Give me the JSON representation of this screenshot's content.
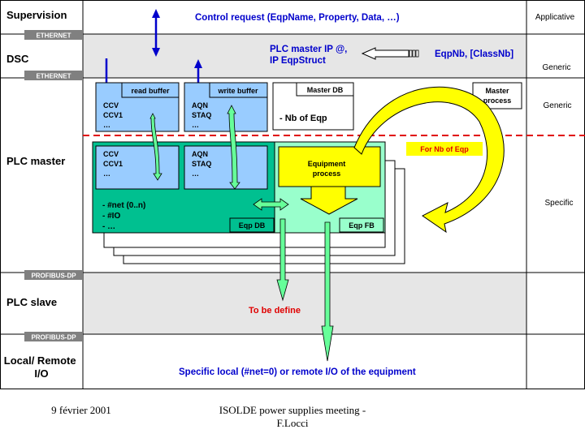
{
  "layers": {
    "supervision": "Supervision",
    "dsc": "DSC",
    "plc_master": "PLC master",
    "plc_slave": "PLC slave",
    "local_remote": "Local/ Remote I/O"
  },
  "buses": {
    "ethernet_top": "ETHERNET",
    "ethernet_bottom": "ETHERNET",
    "profibus_top": "PROFIBUS-DP",
    "profibus_bottom": "PROFIBUS-DP"
  },
  "right_labels": {
    "applicative": "Applicative",
    "generic_dsc": "Generic",
    "generic_master": "Generic",
    "specific": "Specific"
  },
  "texts": {
    "control_request": "Control request (EqpName, Property, Data, …)",
    "plc_master_ip_line1": "PLC master IP @,",
    "plc_master_ip_line2": "IP EqpStruct",
    "eqpnb": "EqpNb, [ClassNb]",
    "read_buffer": "read buffer",
    "write_buffer": "write buffer",
    "master_db": "Master DB",
    "master_process_line1": "Master",
    "master_process_line2": "process",
    "nb_of_eqp": "- Nb of Eqp",
    "read_items": [
      "CCV",
      "CCV1",
      "…"
    ],
    "write_items": [
      "AQN",
      "STAQ",
      "…"
    ],
    "eqp_read_items": [
      "CCV",
      "CCV1",
      "…"
    ],
    "eqp_write_items": [
      "AQN",
      "STAQ",
      "…"
    ],
    "eqp_db_items": [
      "- #net (0..n)",
      "- #IO",
      "- …"
    ],
    "for_nb_of_eqp": "For Nb of Eqp",
    "equipment_process_line1": "Equipment",
    "equipment_process_line2": "process",
    "eqp_db": "Eqp DB",
    "eqp_fb": "Eqp FB",
    "to_be_define": "To be define",
    "specific_local": "Specific local (#net=0) or remote I/O of the equipment"
  },
  "footer": {
    "date": "9 février 2001",
    "meeting_line1": "ISOLDE power supplies meeting -",
    "meeting_line2": "F.Locci"
  },
  "colors": {
    "blue_text": "#0000cc",
    "red_text": "#e00000",
    "buffer_blue": "#99ccff",
    "teal": "#00c090",
    "light_green": "#99ffcc",
    "yellow": "#ffff00",
    "grey_band": "#e6e6e6",
    "bus_grey": "#808080",
    "dash_red": "#e00000"
  }
}
